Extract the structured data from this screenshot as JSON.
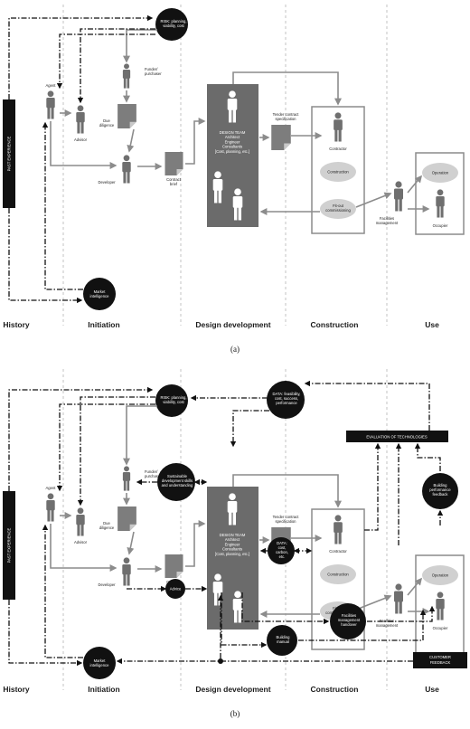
{
  "panels": [
    {
      "caption": "(a)",
      "stages": [
        "History",
        "Initiation",
        "Design development",
        "Construction",
        "Use"
      ],
      "past_experience": "PAST EXPERIENCE",
      "risk": [
        "RISK: planning,",
        "viability, cost"
      ],
      "market": [
        "Market",
        "intelligence"
      ],
      "agent": "Agent",
      "advisor": "Advisor",
      "funder": [
        "Funder/",
        "purchaser"
      ],
      "due": [
        "Due",
        "diligence"
      ],
      "developer": "Developer",
      "contract_brief": [
        "Contract",
        "brief"
      ],
      "design_team": [
        "DESIGN TEAM",
        "Architect",
        "Engineer",
        "Consultants",
        "[Cost, planning, etc.]"
      ],
      "tender": [
        "Tender contract",
        "specification"
      ],
      "contractor": "Contractor",
      "construction": "Construction",
      "fitout": [
        "Fit-out",
        "commissioning"
      ],
      "facilities": [
        "Facilities",
        "management"
      ],
      "operation": "Operation",
      "occupier": "Occupier"
    },
    {
      "caption": "(b)",
      "stages": [
        "History",
        "Initiation",
        "Design development",
        "Construction",
        "Use"
      ],
      "past_experience": "PAST EXPERIENCE",
      "risk": [
        "RISK: planning,",
        "viability, cost"
      ],
      "market": [
        "Market",
        "intelligence"
      ],
      "agent": "Agent",
      "advisor": "Advisor",
      "funder": [
        "Funder/",
        "purchaser"
      ],
      "due": [
        "Due",
        "diligence"
      ],
      "developer": "Developer",
      "contract_brief": [
        "Contract",
        "brief"
      ],
      "design_team": [
        "DESIGN TEAM",
        "Architect",
        "Engineer",
        "Consultants",
        "[Cost, planning, etc.]"
      ],
      "tender": [
        "Tender contract",
        "specification"
      ],
      "contractor": "Contractor",
      "construction": "Construction",
      "fitout": [
        "Fit-out",
        "commissioning"
      ],
      "facilities": [
        "Facilities",
        "management"
      ],
      "operation": "Operation",
      "occupier": "Occupier",
      "data_feasibility": [
        "DATA: feasibility,",
        "cost, success,",
        "performance"
      ],
      "sustainable": [
        "Sustainable",
        "development skills",
        "and understanding"
      ],
      "data_cost": [
        "DATA:",
        "cost,",
        "carbon,",
        "etc."
      ],
      "advice_node": "Advice",
      "evaluation": "EVALUATION OF TECHNOLOGIES",
      "building_feedback": [
        "Building",
        "performance",
        "feedback"
      ],
      "fm_handover": [
        "Facilities",
        "management",
        "handover"
      ],
      "building_manual": [
        "Building",
        "manual"
      ],
      "customer_feedback": [
        "CUSTOMER",
        "FEEDBACK"
      ]
    }
  ]
}
